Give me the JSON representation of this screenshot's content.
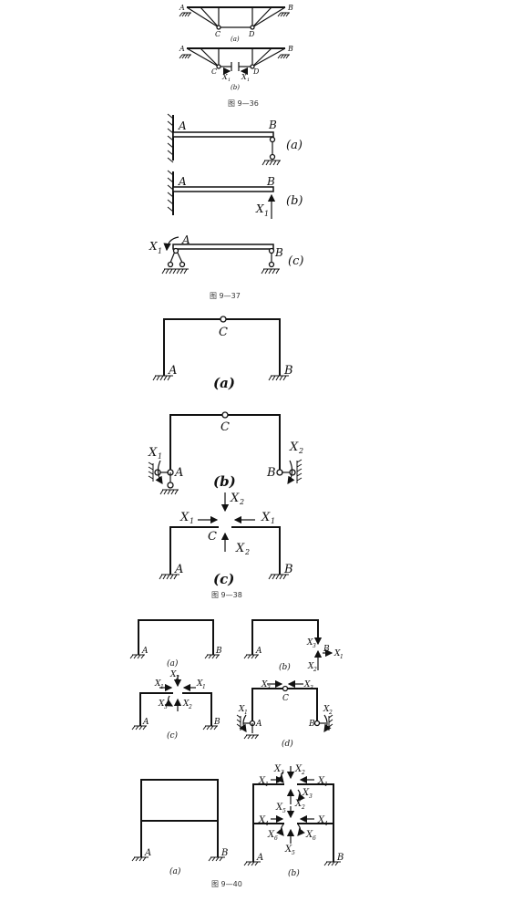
{
  "fig936": {
    "caption": "图 9—36",
    "a": {
      "A": "A",
      "B": "B",
      "C": "C",
      "D": "D",
      "sub": "(a)"
    },
    "b": {
      "A": "A",
      "B": "B",
      "C": "C",
      "D": "D",
      "X1a": "X",
      "X1b": "X",
      "one": "1",
      "sub": "(b)"
    }
  },
  "fig937": {
    "caption": "图 9—37",
    "a": {
      "A": "A",
      "B": "B",
      "sub": "(a)"
    },
    "b": {
      "A": "A",
      "B": "B",
      "X": "X",
      "one": "1",
      "sub": "(b)"
    },
    "c": {
      "A": "A",
      "B": "B",
      "X": "X",
      "one": "1",
      "sub": "(c)"
    }
  },
  "fig938": {
    "caption": "图 9—38",
    "a": {
      "A": "A",
      "B": "B",
      "C": "C",
      "sub": "(a)"
    },
    "b": {
      "A": "A",
      "B": "B",
      "C": "C",
      "X1": "X",
      "X2": "X",
      "one": "1",
      "two": "2",
      "sub": "(b)"
    },
    "c": {
      "A": "A",
      "B": "B",
      "C": "C",
      "X": "X",
      "one": "1",
      "two": "2",
      "sub": "(c)"
    }
  },
  "fig939": {
    "a": {
      "A": "A",
      "B": "B",
      "sub": "(a)"
    },
    "b": {
      "A": "A",
      "B": "B",
      "X": "X",
      "sub": "(b)"
    },
    "c": {
      "A": "A",
      "B": "B",
      "X": "X",
      "sub": "(c)"
    },
    "d": {
      "A": "A",
      "B": "B",
      "C": "C",
      "X": "X",
      "sub": "(d)"
    }
  },
  "fig940": {
    "caption": "图 9—40",
    "a": {
      "A": "A",
      "B": "B",
      "sub": "(a)"
    },
    "b": {
      "A": "A",
      "B": "B",
      "X": "X",
      "sub": "(b)"
    }
  },
  "subscripts": {
    "s1": "1",
    "s2": "2",
    "s3": "3",
    "s4": "4",
    "s5": "5",
    "s6": "6"
  }
}
